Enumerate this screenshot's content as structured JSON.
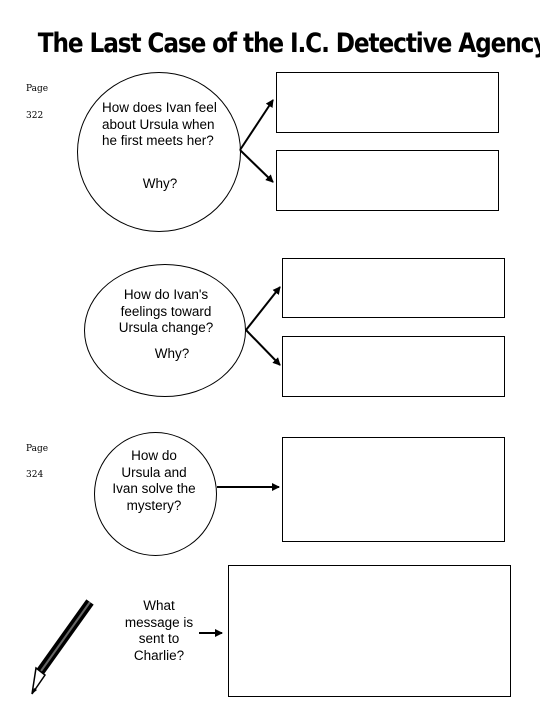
{
  "title": "The Last Case of the I.C. Detective Agency",
  "page_notes": [
    {
      "label": "Page",
      "number": "322"
    },
    {
      "label": "Page",
      "number": "324"
    }
  ],
  "questions": [
    {
      "text": "How does Ivan feel about Ursula when he first meets her?",
      "why": "Why?"
    },
    {
      "text": "How do Ivan's feelings toward Ursula change?",
      "why": "Why?"
    },
    {
      "text": "How do Ursula and Ivan solve the mystery?"
    },
    {
      "text": "What message is sent to Charlie?"
    }
  ],
  "icons": {
    "pencil": "pencil-icon"
  }
}
